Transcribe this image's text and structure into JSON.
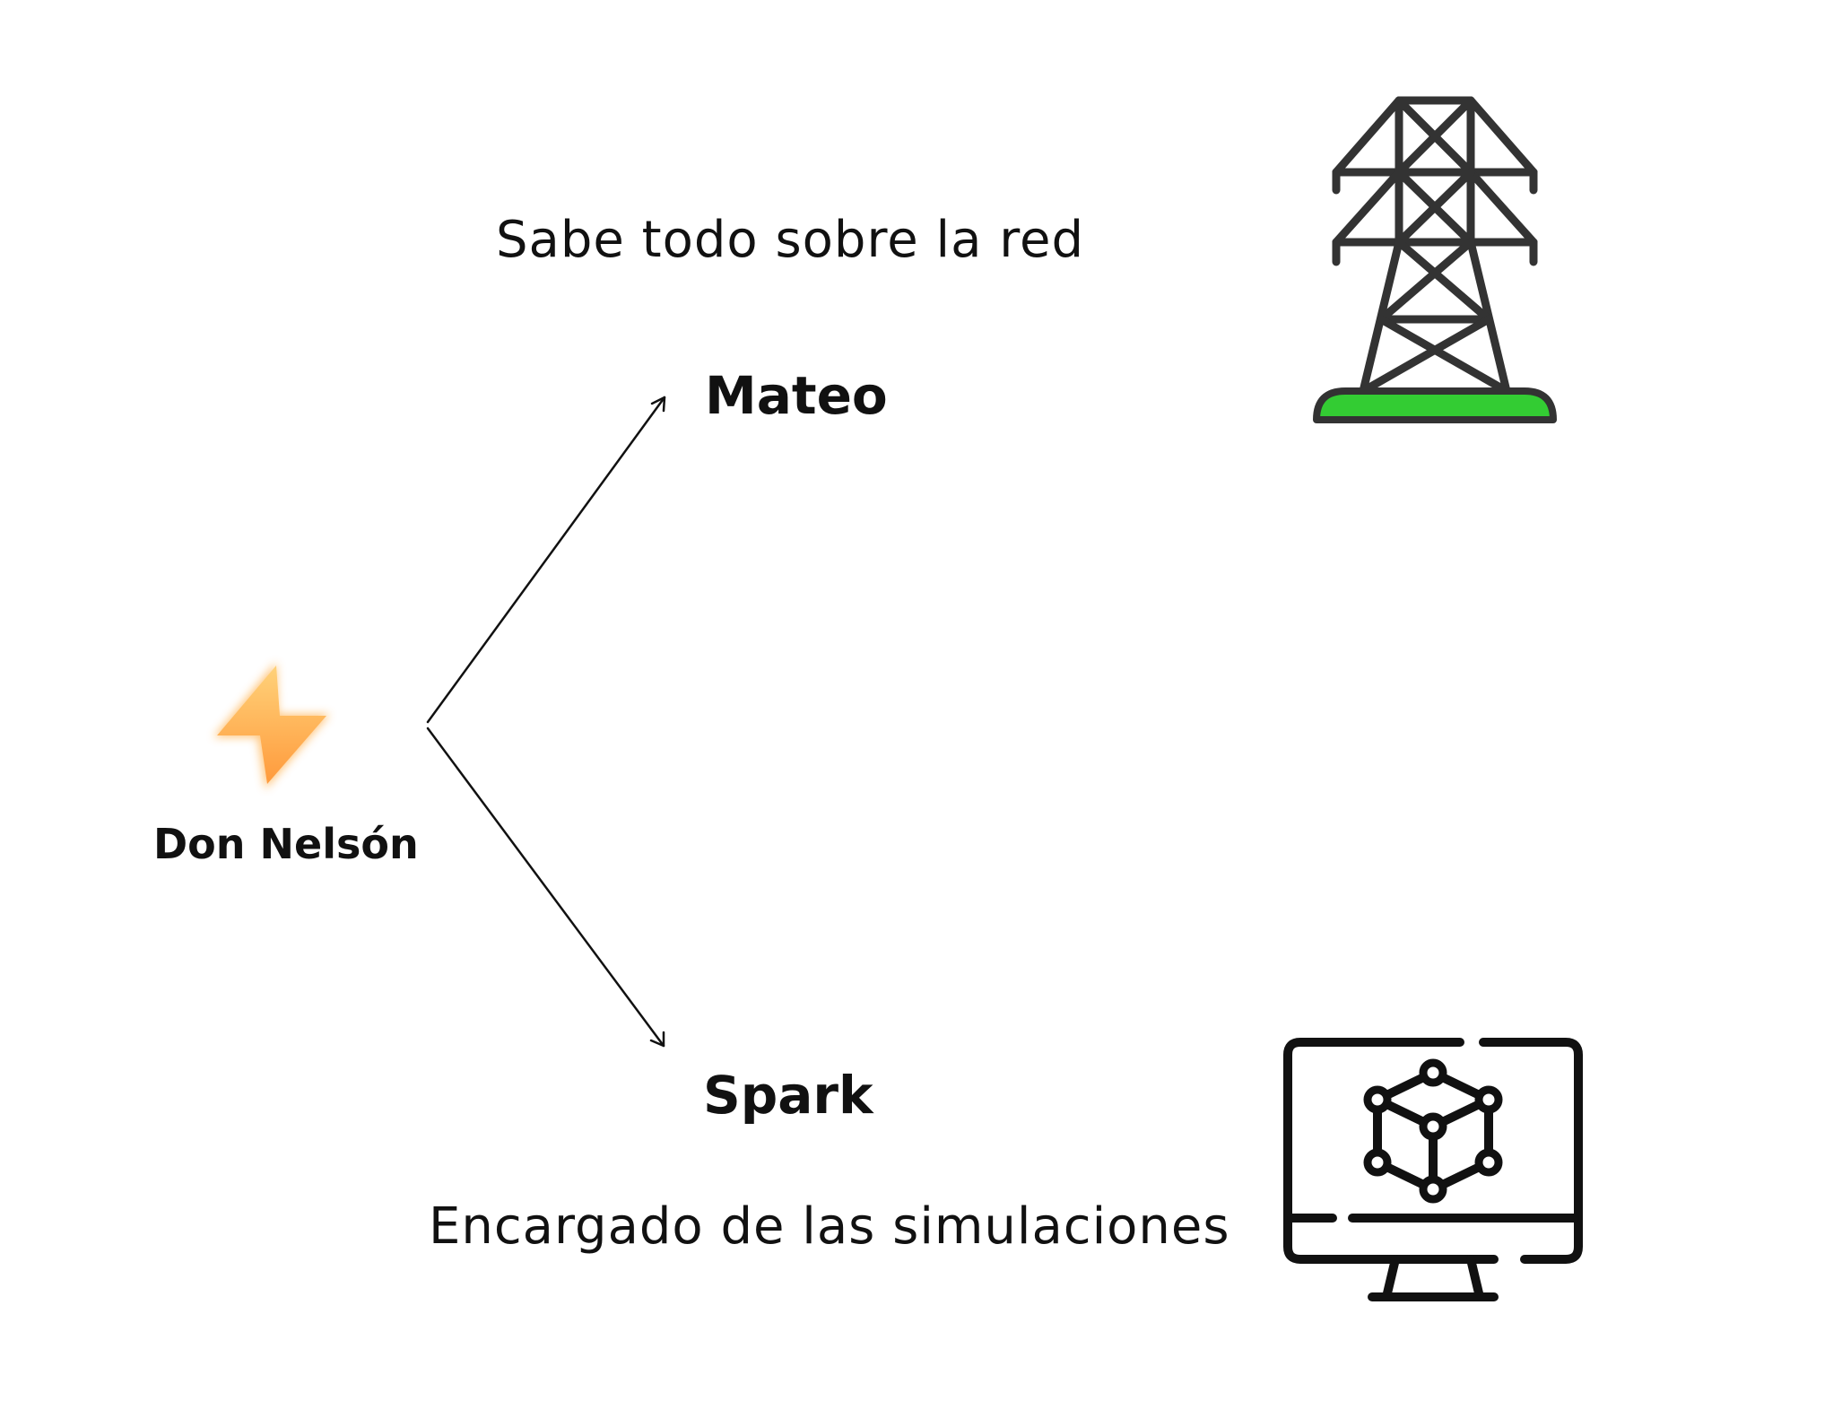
{
  "root": {
    "name": "Don Nelsón",
    "icon": "lightning-bolt-icon",
    "icon_color": "#FFA94D"
  },
  "top_node": {
    "name": "Mateo",
    "description": "Sabe todo sobre la red",
    "icon": "power-tower-icon",
    "icon_accent": "#33CC33"
  },
  "bottom_node": {
    "name": "Spark",
    "description": "Encargado de las simulaciones",
    "icon": "computer-network-cube-icon"
  },
  "colors": {
    "text": "#111111",
    "icon_stroke": "#333333",
    "arrow": "#111111"
  }
}
